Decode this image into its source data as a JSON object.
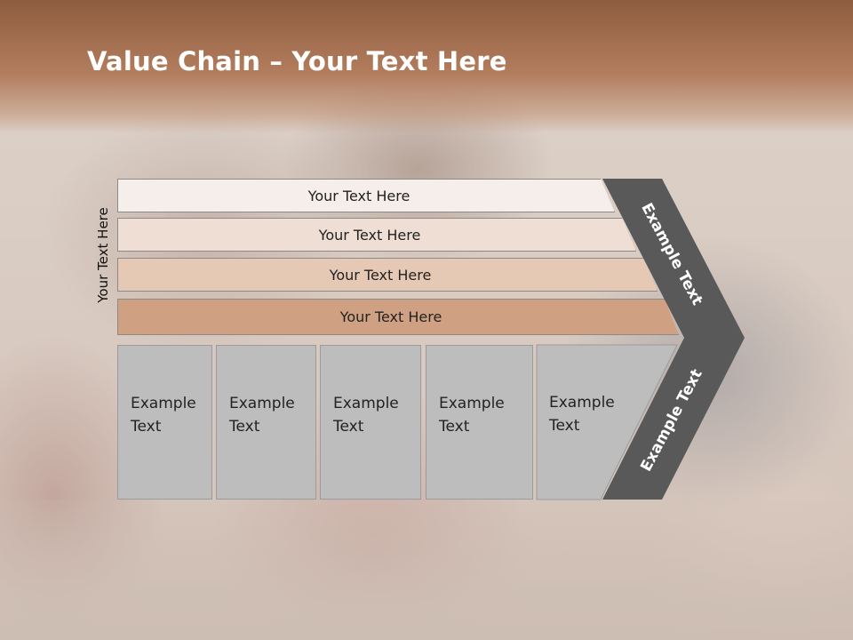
{
  "title": {
    "bold": "Value Chain",
    "rest": " – Your Text Here"
  },
  "side_label": "Your Text Here",
  "bars": [
    {
      "label": "Your Text Here"
    },
    {
      "label": "Your Text Here"
    },
    {
      "label": "Your Text Here"
    },
    {
      "label": "Your Text Here"
    }
  ],
  "columns": [
    {
      "line1": "Example",
      "line2": "Text"
    },
    {
      "line1": "Example",
      "line2": "Text"
    },
    {
      "line1": "Example",
      "line2": "Text"
    },
    {
      "line1": "Example",
      "line2": "Text"
    },
    {
      "line1": "Example",
      "line2": "Text"
    }
  ],
  "chevron": {
    "upper_text": "Example Text",
    "lower_text": "Example Text"
  },
  "colors": {
    "title_band": "#a06a4b",
    "bar_1": "#f5eeea",
    "bar_2": "#efded3",
    "bar_3": "#e5c9b5",
    "bar_4": "#cfa182",
    "column_fill": "#bdbdbd",
    "chevron_fill": "#595959"
  }
}
